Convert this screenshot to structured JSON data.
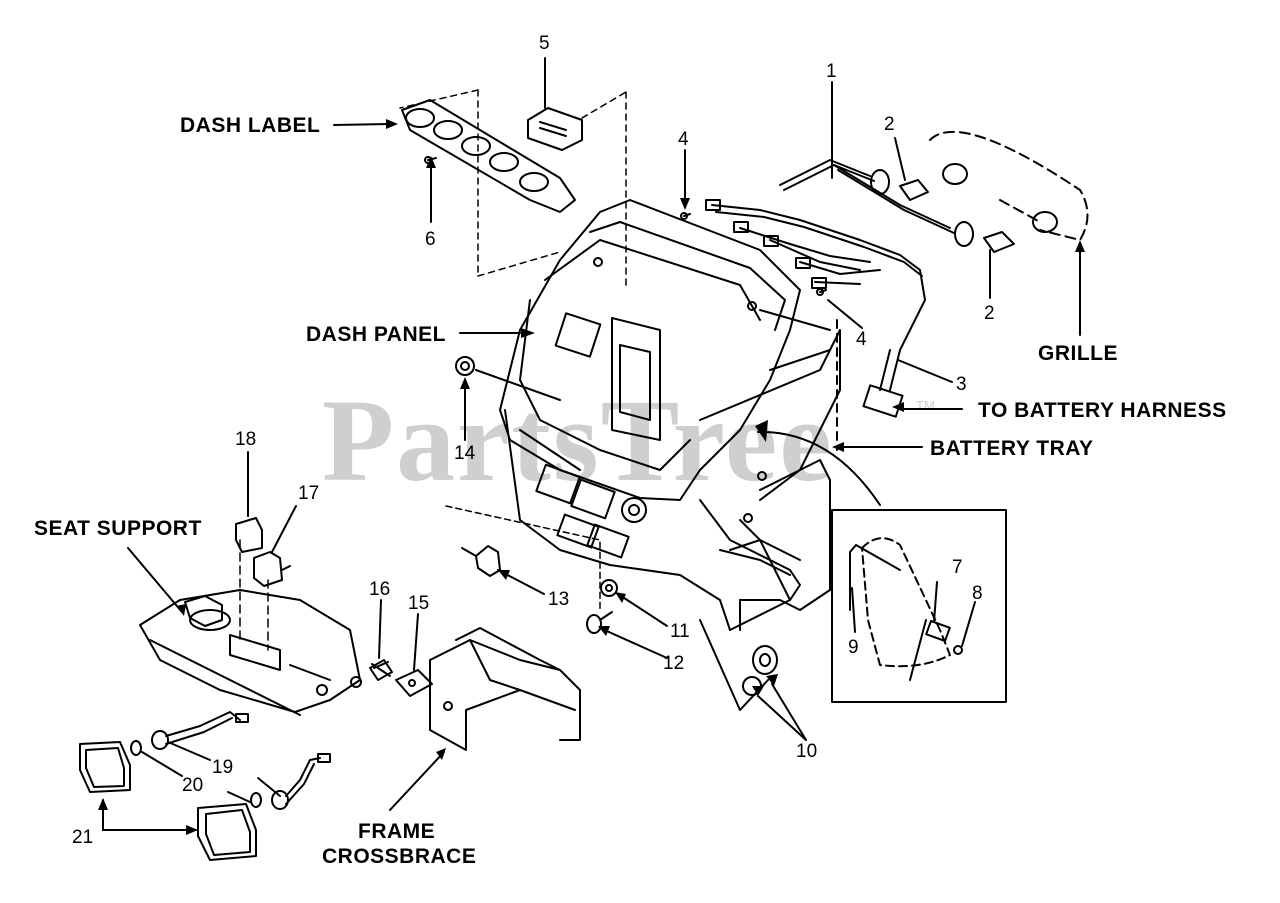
{
  "watermark": {
    "text": "PartsTree",
    "trademark": "TM"
  },
  "labels": {
    "dash_label": "DASH LABEL",
    "dash_panel": "DASH PANEL",
    "grille": "GRILLE",
    "to_battery_harness": "TO BATTERY HARNESS",
    "battery_tray": "BATTERY TRAY",
    "seat_support": "SEAT SUPPORT",
    "frame_line1": "FRAME",
    "frame_line2": "CROSSBRACE"
  },
  "callouts": {
    "n1": "1",
    "n2a": "2",
    "n2b": "2",
    "n3": "3",
    "n4a": "4",
    "n4b": "4",
    "n5": "5",
    "n6": "6",
    "n7": "7",
    "n8": "8",
    "n9": "9",
    "n10": "10",
    "n11": "11",
    "n12": "12",
    "n13": "13",
    "n14": "14",
    "n15": "15",
    "n16": "16",
    "n17": "17",
    "n18": "18",
    "n19": "19",
    "n20": "20",
    "n21": "21"
  }
}
